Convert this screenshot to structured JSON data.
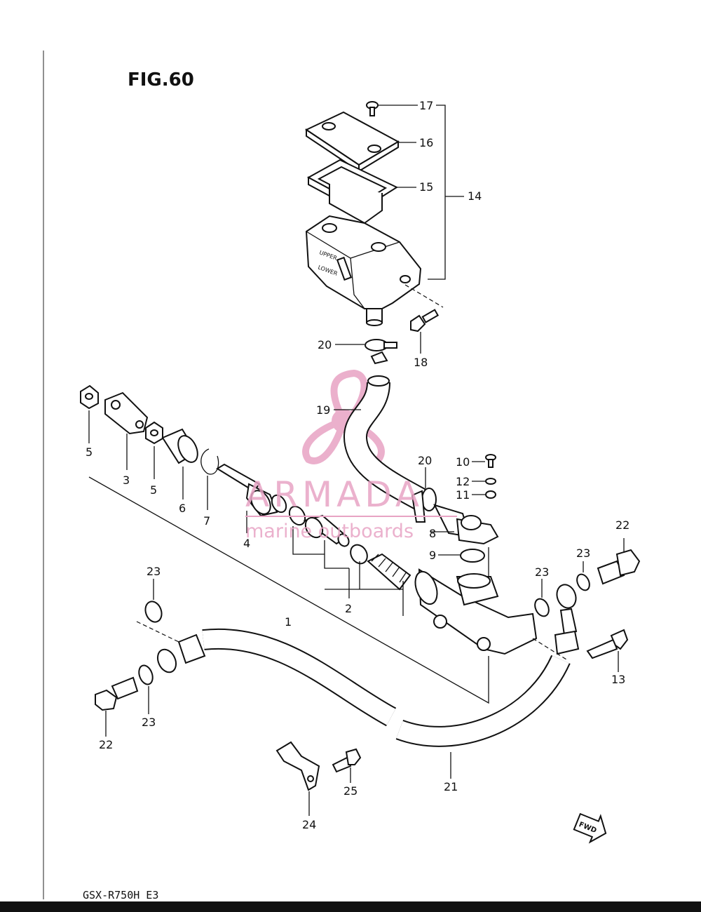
{
  "figure": {
    "title": "FIG.60",
    "model": "GSX-R750H E3",
    "fwd_label": "FWD"
  },
  "watermark": {
    "brand": "ARMADA",
    "tagline": "marine outboards",
    "color": "#e8a3c4"
  },
  "callouts": {
    "p1": "1",
    "p2": "2",
    "p3": "3",
    "p4": "4",
    "p5a": "5",
    "p5b": "5",
    "p6": "6",
    "p7": "7",
    "p8": "8",
    "p9": "9",
    "p10": "10",
    "p11": "11",
    "p12": "12",
    "p13": "13",
    "p14": "14",
    "p15": "15",
    "p16": "16",
    "p17": "17",
    "p18": "18",
    "p19": "19",
    "p20a": "20",
    "p20b": "20",
    "p21": "21",
    "p22a": "22",
    "p22b": "22",
    "p23a": "23",
    "p23b": "23",
    "p23c": "23",
    "p23d": "23",
    "p24": "24",
    "p25": "25"
  }
}
